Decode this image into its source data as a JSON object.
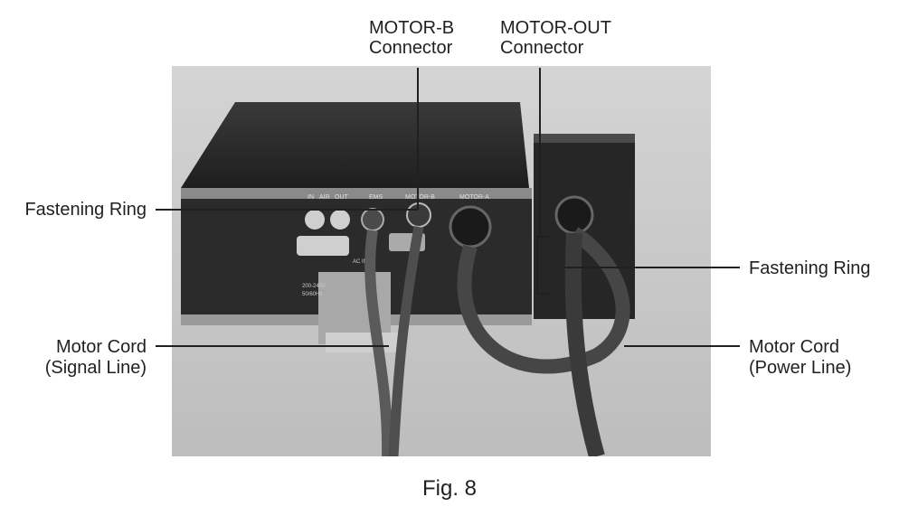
{
  "labels": {
    "motor_b_title": "MOTOR-B",
    "motor_b_sub": "Connector",
    "motor_out_title": "MOTOR-OUT",
    "motor_out_sub": "Connector",
    "fastening_left": "Fastening Ring",
    "fastening_right": "Fastening Ring",
    "signal_line_1": "Motor Cord",
    "signal_line_2": "(Signal Line)",
    "power_line_1": "Motor Cord",
    "power_line_2": "(Power Line)"
  },
  "panel_text": {
    "in": "IN",
    "air": "AIR",
    "out": "OUT",
    "ems": "EMS",
    "motor_b": "MOTOR-B",
    "motor_a": "MOTOR-A",
    "ac_in": "AC IN",
    "voltage": "200-240V",
    "freq": "50/60Hz"
  },
  "caption": "Fig. 8"
}
